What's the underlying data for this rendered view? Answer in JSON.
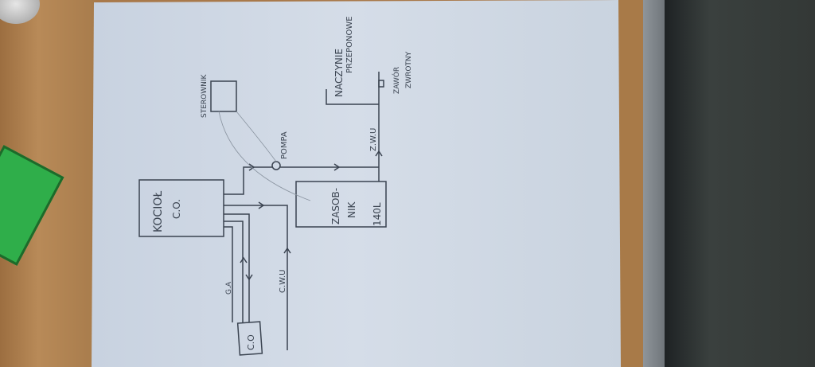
{
  "diagram": {
    "sterownik": "STEROWNIK",
    "pompa": "POMPA",
    "kociol_1": "KOCIOŁ",
    "kociol_2": "C.O.",
    "zasobnik_1": "ZASOB-",
    "zasobnik_2": "NIK",
    "zasobnik_3": "140L",
    "zwu": "Z.W.U",
    "cwu": "C.W.U",
    "ga": "G.A",
    "co": "C.O",
    "naczynie_1": "NACZYNIE",
    "naczynie_2": "PRZEPONOWE",
    "zawor_1": "ZAWÓR",
    "zawor_2": "ZWROTNY"
  },
  "colors": {
    "ink": "#3a4350",
    "paper": "#d0d9e4"
  }
}
